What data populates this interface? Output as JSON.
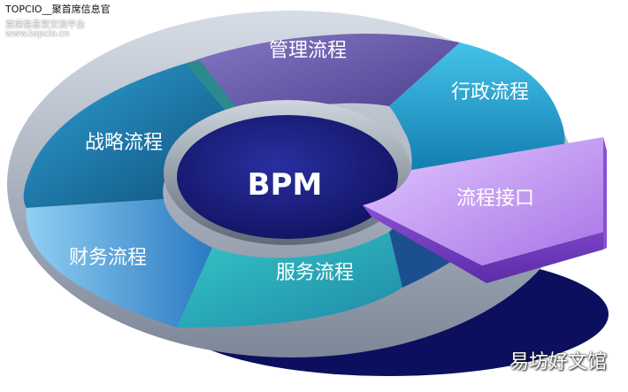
{
  "watermarks": {
    "top_title": "TOPCIO__聚首席信息官",
    "top_subtitle": "首席信息官交流平台",
    "top_url": "www.topcio.cn",
    "bottom_right": "易坊好文馆"
  },
  "diagram": {
    "center_label": "BPM",
    "segments": [
      {
        "label": "管理流程"
      },
      {
        "label": "行政流程"
      },
      {
        "label": "战略流程"
      },
      {
        "label": "流程接口"
      },
      {
        "label": "财务流程"
      },
      {
        "label": "服务流程"
      }
    ]
  },
  "colors": {
    "strategy": "#1b7fb0",
    "management": "#6a5aa8",
    "admin": "#1aa0cf",
    "interface": "#c59cf0",
    "finance": "#3a8fd3",
    "service": "#29b2b9",
    "center": "#1c1f7e",
    "shadow": "#0b0f5e"
  }
}
